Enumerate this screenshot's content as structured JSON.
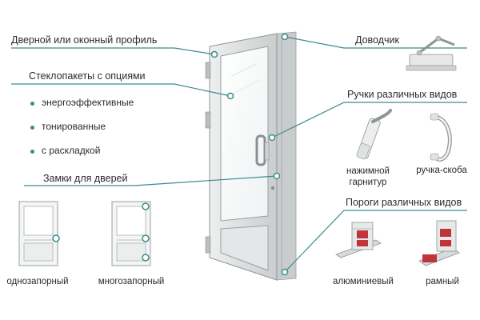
{
  "labels": {
    "profile": "Дверной или оконный профиль",
    "glass": "Стеклопакеты с опциями",
    "closer": "Доводчик",
    "handles": "Ручки различных видов",
    "locks": "Замки для дверей",
    "thresholds": "Пороги различных видов"
  },
  "glass_options": [
    "энергоэффективные",
    "тонированные",
    "с раскладкой"
  ],
  "handle_types": [
    "нажимной\nгарнитур",
    "ручка-скоба"
  ],
  "lock_types": [
    "однозапорный",
    "многозапорный"
  ],
  "threshold_types": [
    "алюминиевый",
    "рамный"
  ],
  "colors": {
    "accent": "#3d8a8c",
    "frame": "#d9dcdc",
    "glass": "#ffffff",
    "threshold_red": "#c0343c"
  }
}
